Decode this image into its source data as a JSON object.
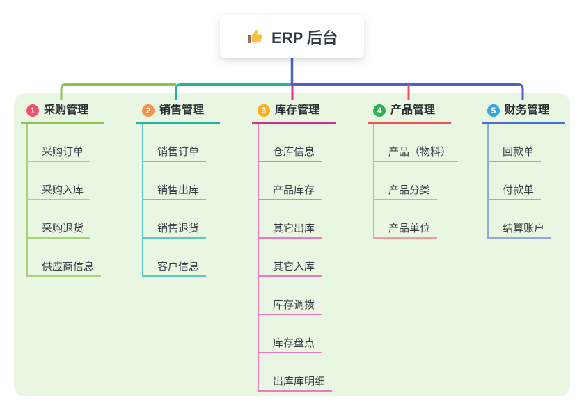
{
  "root": {
    "title": "ERP 后台",
    "icon": "thumbs-up-icon"
  },
  "colors": {
    "panel-bg": "#e9f6e2",
    "stem": "#4f63c8",
    "bus-green": "#8cc152",
    "bus-teal": "#22b3a2",
    "bus-blue": "#4d60c8",
    "drop-magenta": "#d8358f",
    "drop-red": "#ee5053",
    "thumb-gold": "#f5c242",
    "thumb-brown": "#a0695a"
  },
  "branches": [
    {
      "num": "1",
      "title": "采购管理",
      "badge": "#f1516d",
      "line": "#8cc152",
      "child_line": "#a9d178",
      "children": [
        "采购订单",
        "采购入库",
        "采购退货",
        "供应商信息"
      ]
    },
    {
      "num": "2",
      "title": "销售管理",
      "badge": "#fa8e4b",
      "line": "#22b3a2",
      "child_line": "#5ec9bc",
      "children": [
        "销售订单",
        "销售出库",
        "销售退货",
        "客户信息"
      ]
    },
    {
      "num": "3",
      "title": "库存管理",
      "badge": "#fbb022",
      "line": "#d23090",
      "child_line": "#ef79bd",
      "children": [
        "仓库信息",
        "产品库存",
        "其它出库",
        "其它入库",
        "库存调拨",
        "库存盘点",
        "出库库明细"
      ]
    },
    {
      "num": "4",
      "title": "产品管理",
      "badge": "#2eb150",
      "line": "#ee5053",
      "child_line": "#f49a9b",
      "children": [
        "产品（物料）",
        "产品分类",
        "产品单位"
      ]
    },
    {
      "num": "5",
      "title": "财务管理",
      "badge": "#31a6e1",
      "line": "#4a70d2",
      "child_line": "#90a9e2",
      "children": [
        "回款单",
        "付款单",
        "结算账户"
      ]
    }
  ]
}
